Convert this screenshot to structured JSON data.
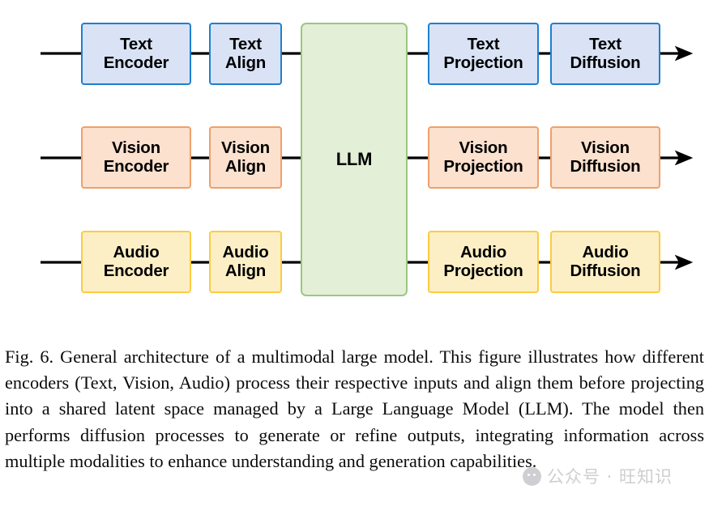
{
  "figure": {
    "label": "multimodal-architecture-diagram",
    "colors": {
      "text_fill": "#D9E3F5",
      "text_border": "#1F7FD0",
      "vision_fill": "#FBE1CE",
      "vision_border": "#EFA06C",
      "audio_fill": "#FDEFC5",
      "audio_border": "#FCCB40",
      "llm_fill": "#E3EFD6",
      "llm_border": "#9BC880",
      "line": "#000000"
    },
    "center_node": {
      "label": "LLM"
    },
    "rows": [
      {
        "modality": "Text",
        "encoder": "Text\nEncoder",
        "align": "Text\nAlign",
        "projection": "Text\nProjection",
        "diffusion": "Text\nDiffusion"
      },
      {
        "modality": "Vision",
        "encoder": "Vision\nEncoder",
        "align": "Vision\nAlign",
        "projection": "Vision\nProjection",
        "diffusion": "Vision\nDiffusion"
      },
      {
        "modality": "Audio",
        "encoder": "Audio\nEncoder",
        "align": "Audio\nAlign",
        "projection": "Audio\nProjection",
        "diffusion": "Audio\nDiffusion"
      }
    ]
  },
  "caption": {
    "number": "Fig. 6.",
    "body": "General architecture of a multimodal large model. This figure illustrates how different encoders (Text, Vision, Audio) process their respective inputs and align them before projecting into a shared latent space managed by a Large Language Model (LLM). The model then performs diffusion processes to generate or refine outputs, integrating information across multiple modalities to enhance understanding and generation capabilities."
  },
  "watermark": {
    "icon": "wechat-icon",
    "text": "公众号 · 旺知识"
  }
}
